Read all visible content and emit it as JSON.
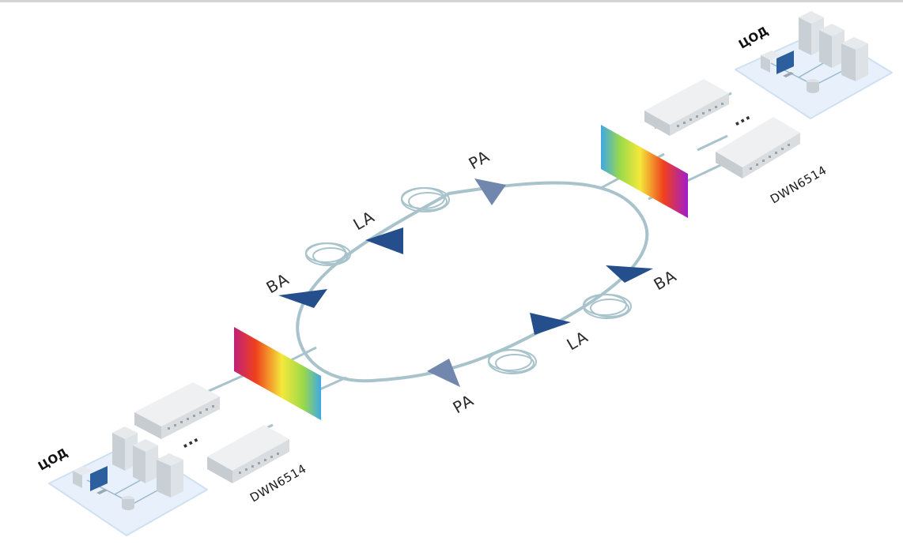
{
  "diagram": {
    "amplifiers": {
      "upper_left_ba": "BA",
      "upper_la": "LA",
      "upper_pa": "PA",
      "right_ba": "BA",
      "lower_la": "LA",
      "lower_pa": "PA"
    },
    "nodes": {
      "left_device": "DWN6514",
      "right_device": "DWN6514",
      "left_datacenter": "ЦОД",
      "right_datacenter": "ЦОД"
    },
    "ellipsis": "...",
    "colors": {
      "fiber_ring": "#a9c3cc",
      "amplifier_dark": "#254e8c",
      "amplifier_light": "#7187ad",
      "platform": "#e8f1fb"
    }
  }
}
